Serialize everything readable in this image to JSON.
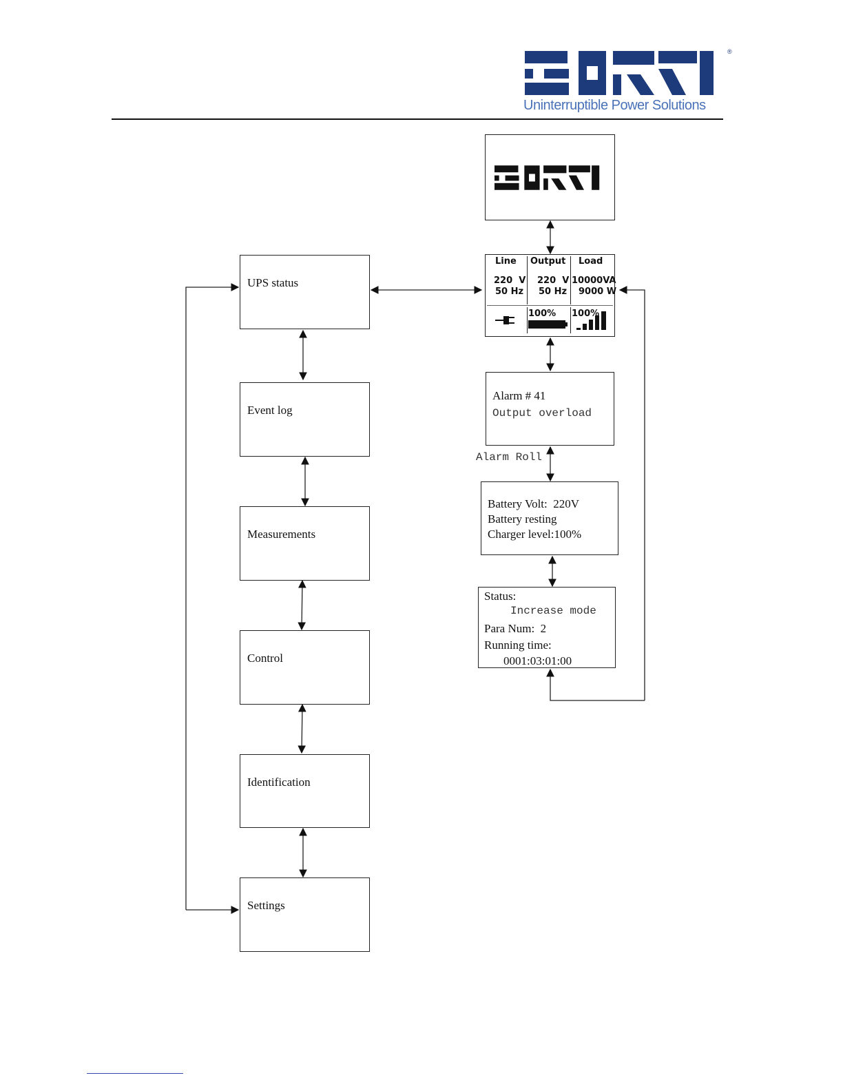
{
  "header": {
    "tagline": "Uninterruptible Power Solutions",
    "registered_mark": "®",
    "brand_color": "#1d3b7a",
    "tagline_color": "#4a72b8"
  },
  "menu": {
    "items": [
      {
        "label": "UPS status"
      },
      {
        "label": "Event log"
      },
      {
        "label": "Measurements"
      },
      {
        "label": "Control"
      },
      {
        "label": "Identification"
      },
      {
        "label": "Settings"
      }
    ]
  },
  "status_screen": {
    "col_line": "Line",
    "col_output": "Output",
    "col_load": "Load",
    "line_voltage": "220  V",
    "line_freq": "50 Hz",
    "output_voltage": "220  V",
    "output_freq": "50 Hz",
    "load_va": "10000VA",
    "load_w": "9000 W",
    "battery_pct": "100%",
    "load_pct": "100%",
    "plug_icon": "plug-icon",
    "battery_icon": "battery-icon",
    "load_bars_icon": "load-bars-icon"
  },
  "alarm_screen": {
    "title": "Alarm # 41",
    "message": "Output overload",
    "roll_label": "Alarm Roll"
  },
  "battery_screen": {
    "line1": "Battery Volt:  220V",
    "line2": "Battery resting",
    "line3": "Charger level:100%"
  },
  "status_detail_screen": {
    "status_label": "Status:",
    "status_value": "Increase mode",
    "para_label": "Para Num:  2",
    "running_label": "Running time:",
    "running_value": "0001:03:01:00"
  }
}
